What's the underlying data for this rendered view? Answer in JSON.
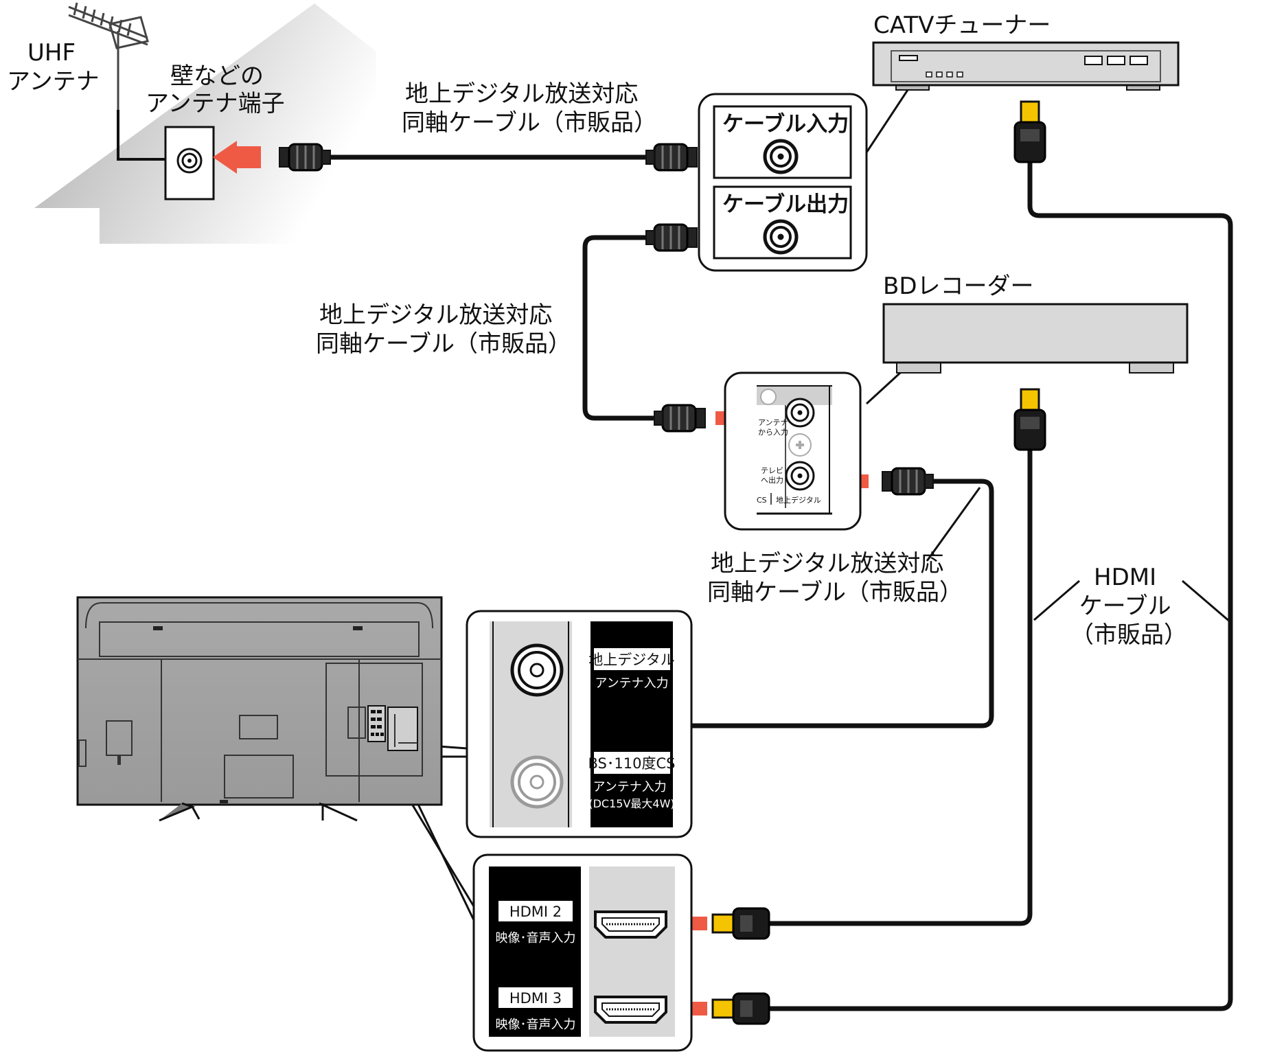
{
  "labels": {
    "uhf_antenna": [
      "UHF",
      "アンテナ"
    ],
    "wall_terminal": [
      "壁などの",
      "アンテナ端子"
    ],
    "coax_cable": [
      "地上デジタル放送対応",
      "同軸ケーブル（市販品）"
    ],
    "catv_tuner": "CATVチューナー",
    "cable_in": "ケーブル入力",
    "cable_out": "ケーブル出力",
    "bd_recorder": "BDレコーダー",
    "rec_ant_in": [
      "アンテナ",
      "から入力"
    ],
    "rec_tv_out": [
      "テレビ",
      "へ出力"
    ],
    "rec_cs": "CS",
    "rec_terr": "地上デジタル",
    "hdmi_cable": [
      "HDMI",
      "ケーブル",
      "（市販品）"
    ],
    "tv_terr_plate": "地上デジタル",
    "tv_terr_sub": "アンテナ入力",
    "tv_bs_plate": "BS･110度CS",
    "tv_bs_sub": [
      "アンテナ入力",
      "(DC15V最大4W)"
    ],
    "hdmi2_plate": "HDMI 2",
    "hdmi3_plate": "HDMI 3",
    "hdmi_sub": "映像･音声入力"
  },
  "colors": {
    "arrow": "#ef5a45",
    "cable": "#111111",
    "hdmi_tip": "#f5c400",
    "device_fill": "#d9d9d9",
    "tv_fill": "#9e9e9e",
    "wall_gradient_start": "#bdbdbd"
  },
  "icons": [
    "uhf-antenna-icon",
    "wall-outlet-icon",
    "coax-connector-icon",
    "hdmi-connector-icon",
    "arrow-icon",
    "tv-back-icon"
  ]
}
